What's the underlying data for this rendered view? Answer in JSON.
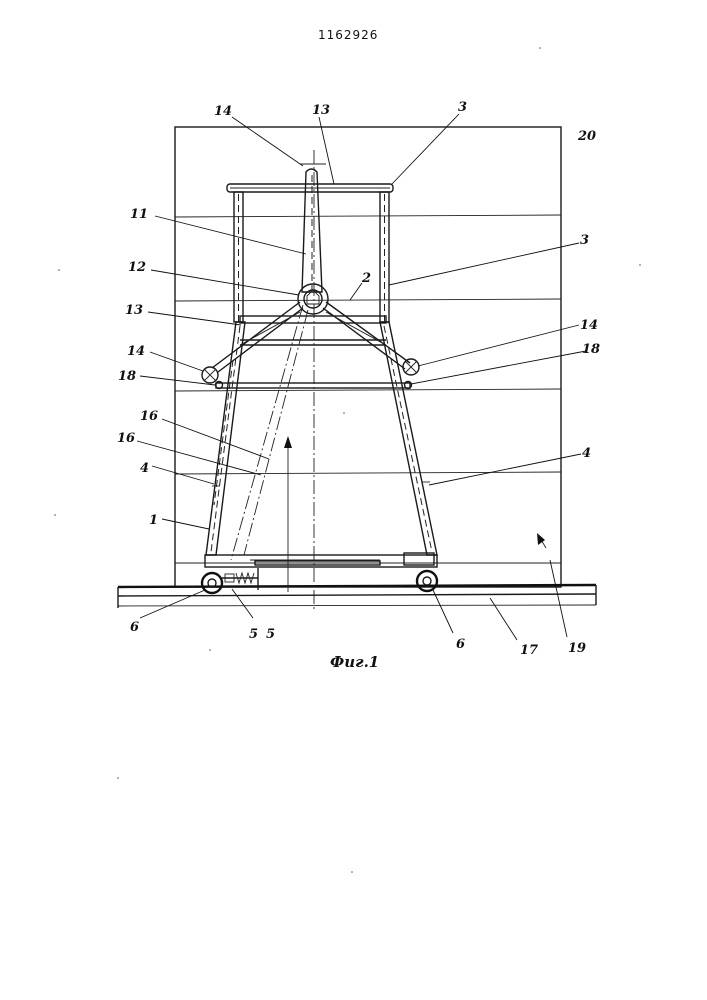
{
  "document_number": "1162926",
  "figure_caption": "Фиг.1",
  "labels": {
    "l14_top": "14",
    "l13_top": "13",
    "l3_top": "3",
    "l20": "20",
    "l11": "11",
    "l3_right": "3",
    "l12": "12",
    "l2": "2",
    "l13_left": "13",
    "l14_left": "14",
    "l14_right": "14",
    "l18_left": "18",
    "l18_right": "18",
    "l16_a": "16",
    "l16_b": "16",
    "l4_left": "4",
    "l4_right": "4",
    "l1": "1",
    "l6_left": "6",
    "l5_a": "5",
    "l5_b": "5",
    "l6_right": "6",
    "l17": "17",
    "l19": "19"
  }
}
